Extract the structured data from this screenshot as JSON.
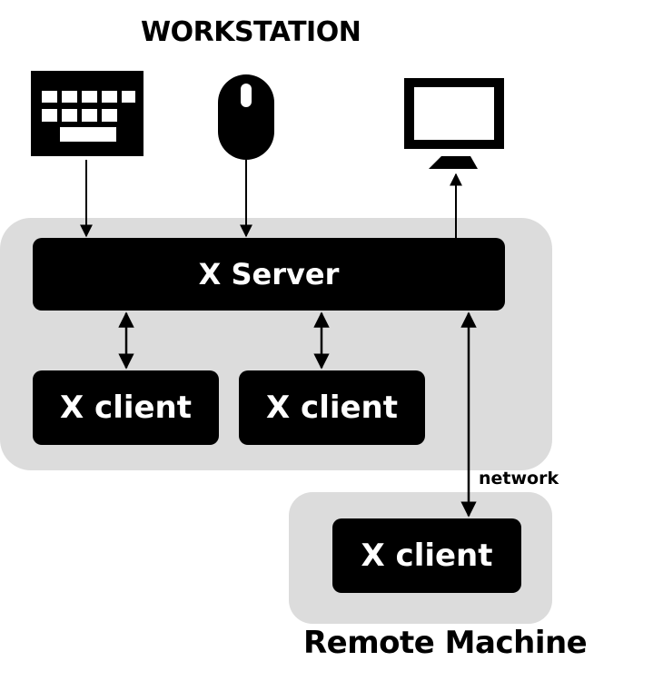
{
  "title": "WORKSTATION",
  "server": {
    "label": "X Server"
  },
  "clients": [
    {
      "label": "X client"
    },
    {
      "label": "X client"
    },
    {
      "label": "X client"
    }
  ],
  "network_label": "network",
  "remote_label": "Remote Machine",
  "devices": {
    "keyboard": "keyboard-icon",
    "mouse": "mouse-icon",
    "monitor": "monitor-icon"
  },
  "colors": {
    "panel": "#dcdcdc",
    "block": "#000000",
    "block_text": "#ffffff"
  }
}
